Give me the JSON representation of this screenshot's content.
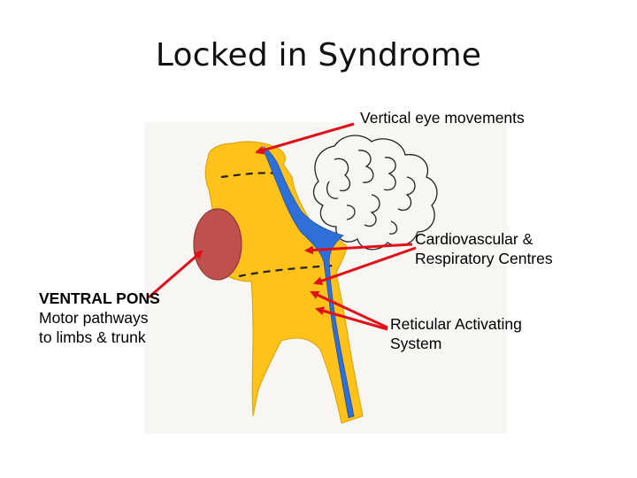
{
  "title": "Locked in Syndrome",
  "labels": {
    "vertical_eye": "Vertical eye movements",
    "cardio_line1": "Cardiovascular &",
    "cardio_line2": "Respiratory Centres",
    "reticular_line1": "Reticular Activating",
    "reticular_line2": "System",
    "ventral_line1": "VENTRAL PONS",
    "ventral_line2": "Motor pathways",
    "ventral_line3": "to limbs & trunk"
  },
  "colors": {
    "brainstem": "#FFC21A",
    "lesion": "#C0504D",
    "ventricle": "#2E6FD8",
    "arrow": "#E0101A",
    "outline": "#222222"
  }
}
